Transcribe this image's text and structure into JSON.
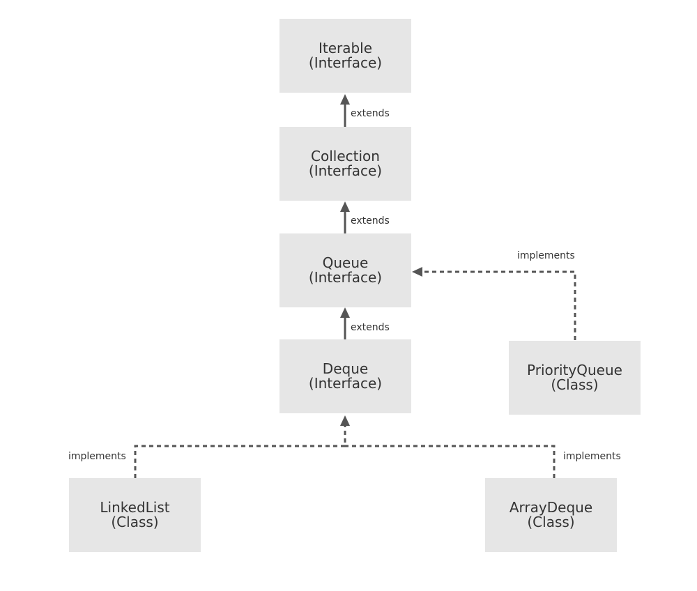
{
  "colors": {
    "box": "#e6e6e6",
    "line": "#555555",
    "text": "#333333"
  },
  "nodes": {
    "iterable": {
      "name": "Iterable",
      "kind": "(Interface)"
    },
    "collection": {
      "name": "Collection",
      "kind": "(Interface)"
    },
    "queue": {
      "name": "Queue",
      "kind": "(Interface)"
    },
    "deque": {
      "name": "Deque",
      "kind": "(Interface)"
    },
    "priorityqueue": {
      "name": "PriorityQueue",
      "kind": "(Class)"
    },
    "linkedlist": {
      "name": "LinkedList",
      "kind": "(Class)"
    },
    "arraydeque": {
      "name": "ArrayDeque",
      "kind": "(Class)"
    }
  },
  "edges": {
    "collection_iterable": "extends",
    "queue_collection": "extends",
    "deque_queue": "extends",
    "priorityqueue_queue": "implements",
    "linkedlist_deque": "implements",
    "arraydeque_deque": "implements"
  }
}
